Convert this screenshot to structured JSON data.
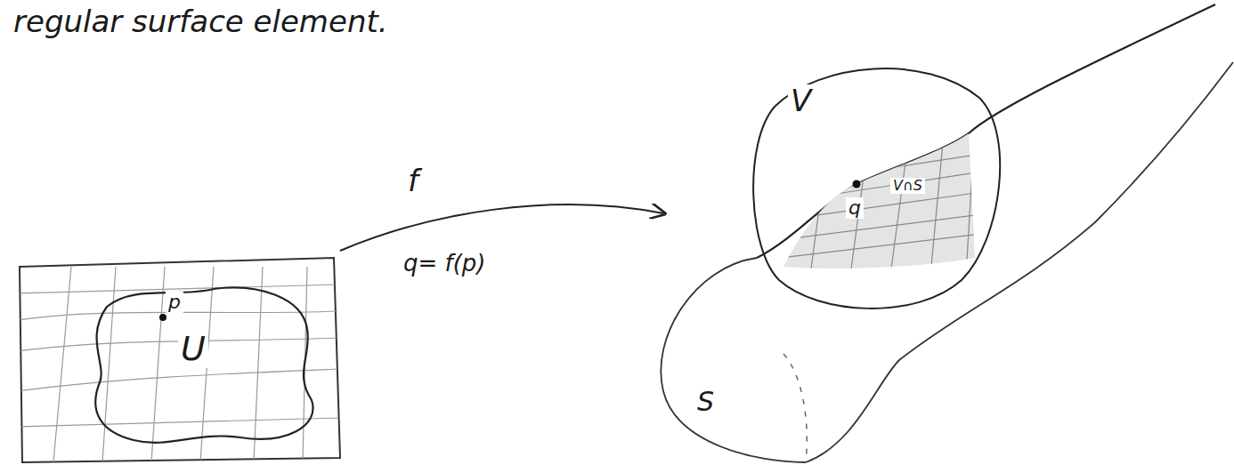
{
  "diagram": {
    "labels": [
      "regular surface element.",
      "p",
      "U",
      "f",
      "q= f(p)",
      "V",
      "q",
      "V∩S",
      "S"
    ]
  }
}
